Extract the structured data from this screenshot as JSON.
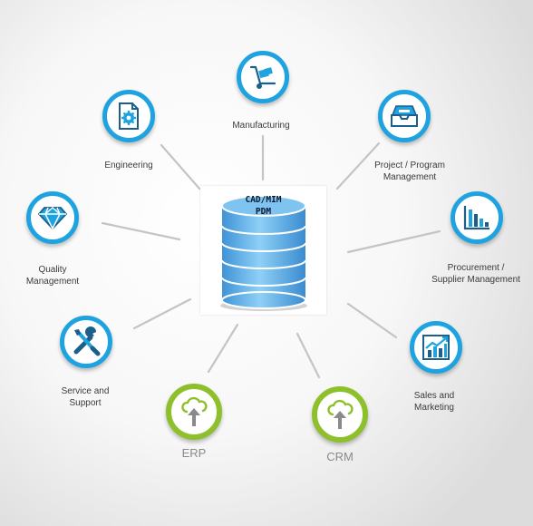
{
  "center": {
    "line1": "CAD/MIM",
    "line2": "PDM"
  },
  "nodes": {
    "manufacturing": {
      "label": "Manufacturing",
      "icon": "hand-truck-icon"
    },
    "engineering": {
      "label": "Engineering",
      "icon": "gear-document-icon"
    },
    "project": {
      "label": "Project / Program\nManagement",
      "icon": "inbox-tray-icon"
    },
    "quality": {
      "label": "Quality\nManagement",
      "icon": "diamond-icon"
    },
    "procurement": {
      "label": "Procurement /\nSupplier Management",
      "icon": "bar-chart-icon"
    },
    "service": {
      "label": "Service and\nSupport",
      "icon": "wrench-screwdriver-icon"
    },
    "sales": {
      "label": "Sales and\nMarketing",
      "icon": "trend-chart-icon"
    },
    "erp": {
      "label": "ERP",
      "icon": "cloud-upload-icon"
    },
    "crm": {
      "label": "CRM",
      "icon": "cloud-upload-icon"
    }
  },
  "colors": {
    "blue_ring": "#1ea3e0",
    "green_ring": "#8dc02a",
    "database": "#5aaee8",
    "connector": "#c4c4c4"
  }
}
